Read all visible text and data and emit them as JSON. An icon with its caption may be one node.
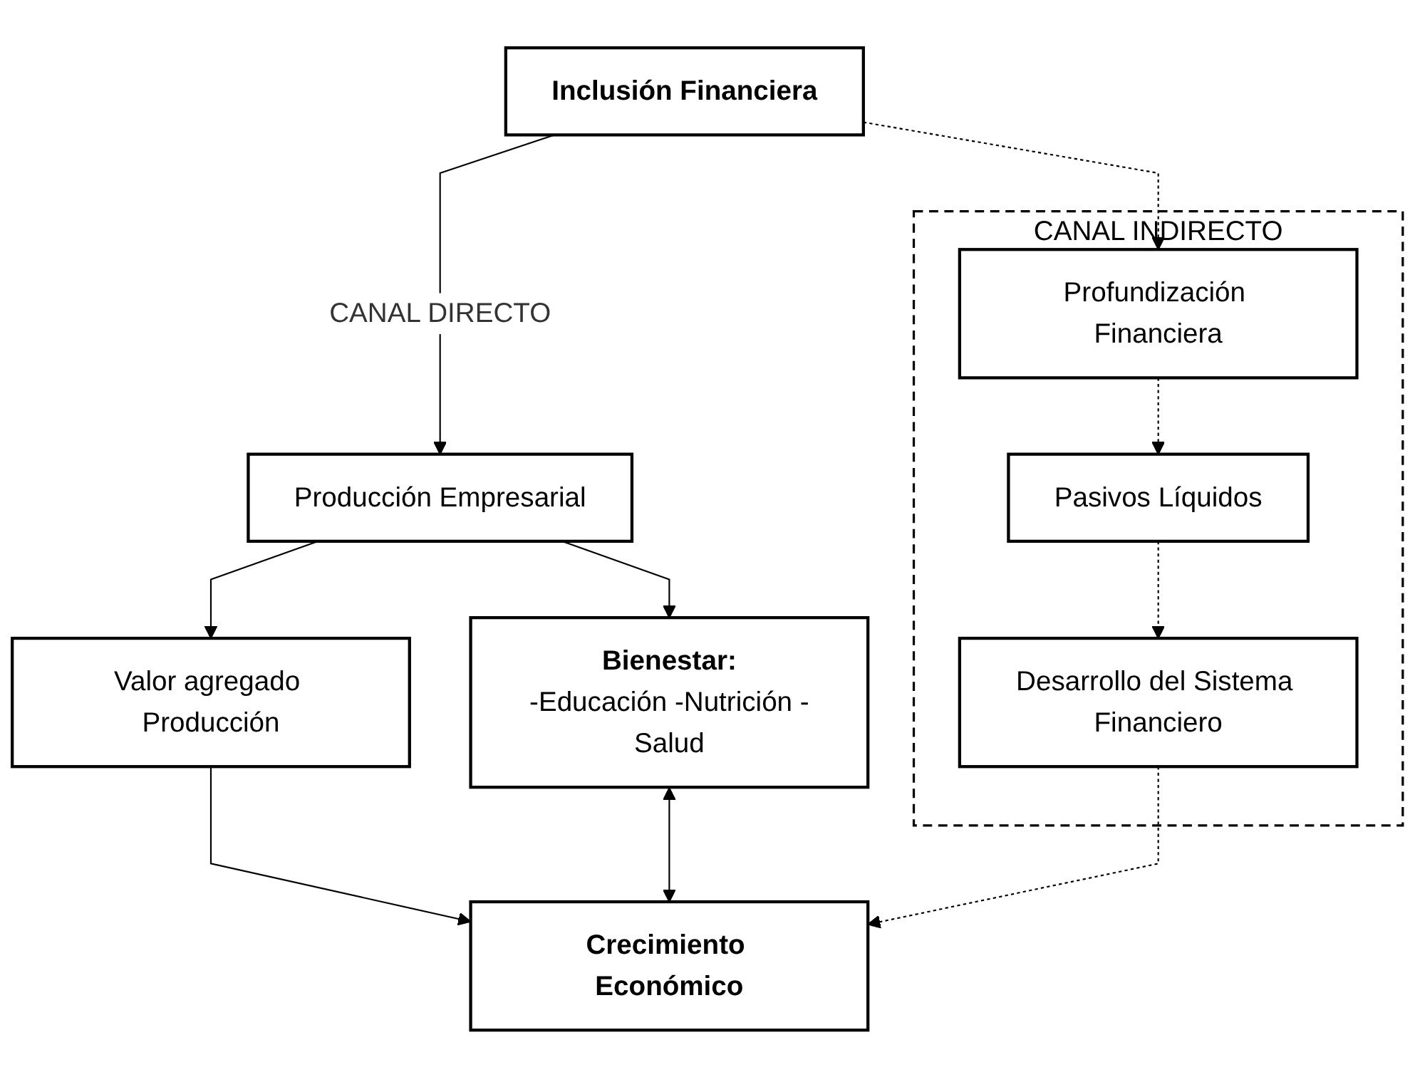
{
  "diagram": {
    "nodes": [
      {
        "text": [
          "Inclusión Financiera"
        ]
      },
      {
        "text": [
          "Producción Empresarial"
        ]
      },
      {
        "text": [
          "Valor agregado Producción"
        ]
      },
      {
        "text": [
          "Bienestar:",
          "-Educación -Nutrición -Salud"
        ]
      },
      {
        "text": [
          "CANAL INDIRECTO"
        ]
      },
      {
        "text": [
          "Profundización Financiera"
        ],
        "in": 4
      },
      {
        "text": [
          "Pasivos Líquidos"
        ],
        "in": 4
      },
      {
        "text": [
          "Desarrollo del Sistema Financiero"
        ],
        "in": 4
      },
      {
        "text": [
          "Crecimiento Económico"
        ]
      }
    ],
    "edges": [
      {
        "from": 0,
        "to": 1,
        "arrow": "to",
        "label": "CANAL DIRECTO"
      },
      {
        "from": 1,
        "to": 2,
        "arrow": "to"
      },
      {
        "from": 1,
        "to": 3,
        "arrow": "to"
      },
      {
        "from": 2,
        "to": 8,
        "arrow": "to"
      },
      {
        "from": 3,
        "to": 8,
        "arrow": "both"
      },
      {
        "from": 0,
        "to": 5,
        "arrow": "to",
        "style": "dashed"
      },
      {
        "from": 5,
        "to": 6,
        "arrow": "to",
        "style": "dashed"
      },
      {
        "from": 6,
        "to": 7,
        "arrow": "to",
        "style": "dashed"
      },
      {
        "from": 7,
        "to": 8,
        "arrow": "to",
        "style": "dashed"
      }
    ]
  }
}
